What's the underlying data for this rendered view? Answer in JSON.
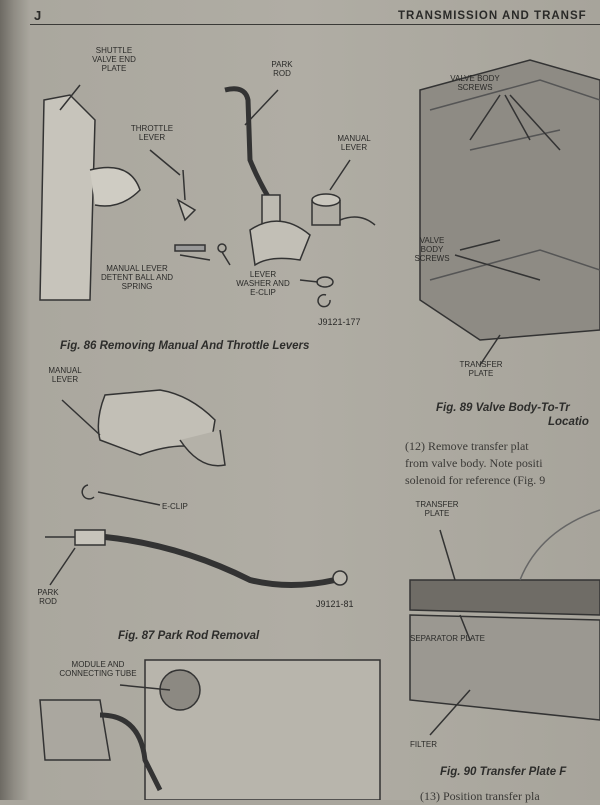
{
  "header": {
    "section_letter": "J",
    "title": "TRANSMISSION AND TRANSF"
  },
  "fig86": {
    "labels": {
      "shuttle": "SHUTTLE VALVE END PLATE",
      "park_rod": "PARK ROD",
      "throttle": "THROTTLE LEVER",
      "manual": "MANUAL LEVER",
      "detent": "MANUAL LEVER DETENT BALL AND SPRING",
      "washer": "LEVER WASHER AND E-CLIP"
    },
    "code": "J9121-177",
    "caption": "Fig. 86 Removing Manual And Throttle Levers"
  },
  "fig87": {
    "labels": {
      "manual": "MANUAL LEVER",
      "eclip": "E-CLIP",
      "park_rod": "PARK ROD"
    },
    "code": "J9121-81",
    "caption": "Fig. 87 Park Rod Removal"
  },
  "fig88": {
    "labels": {
      "module": "MODULE AND CONNECTING TUBE"
    }
  },
  "fig89": {
    "labels": {
      "screws_top": "VALVE BODY SCREWS",
      "screws_mid": "VALVE BODY SCREWS",
      "transfer": "TRANSFER PLATE"
    },
    "caption_line1": "Fig. 89 Valve Body-To-Tr",
    "caption_line2": "Locatio"
  },
  "text": {
    "step12_line1": "(12) Remove transfer plat",
    "step12_line2": "from valve body. Note positi",
    "step12_line3": "solenoid for reference (Fig. 9",
    "step13": "(13) Position transfer pla"
  },
  "fig90": {
    "labels": {
      "transfer": "TRANSFER PLATE",
      "separator": "SEPARATOR PLATE",
      "filter": "FILTER"
    },
    "caption": "Fig. 90 Transfer Plate F"
  }
}
